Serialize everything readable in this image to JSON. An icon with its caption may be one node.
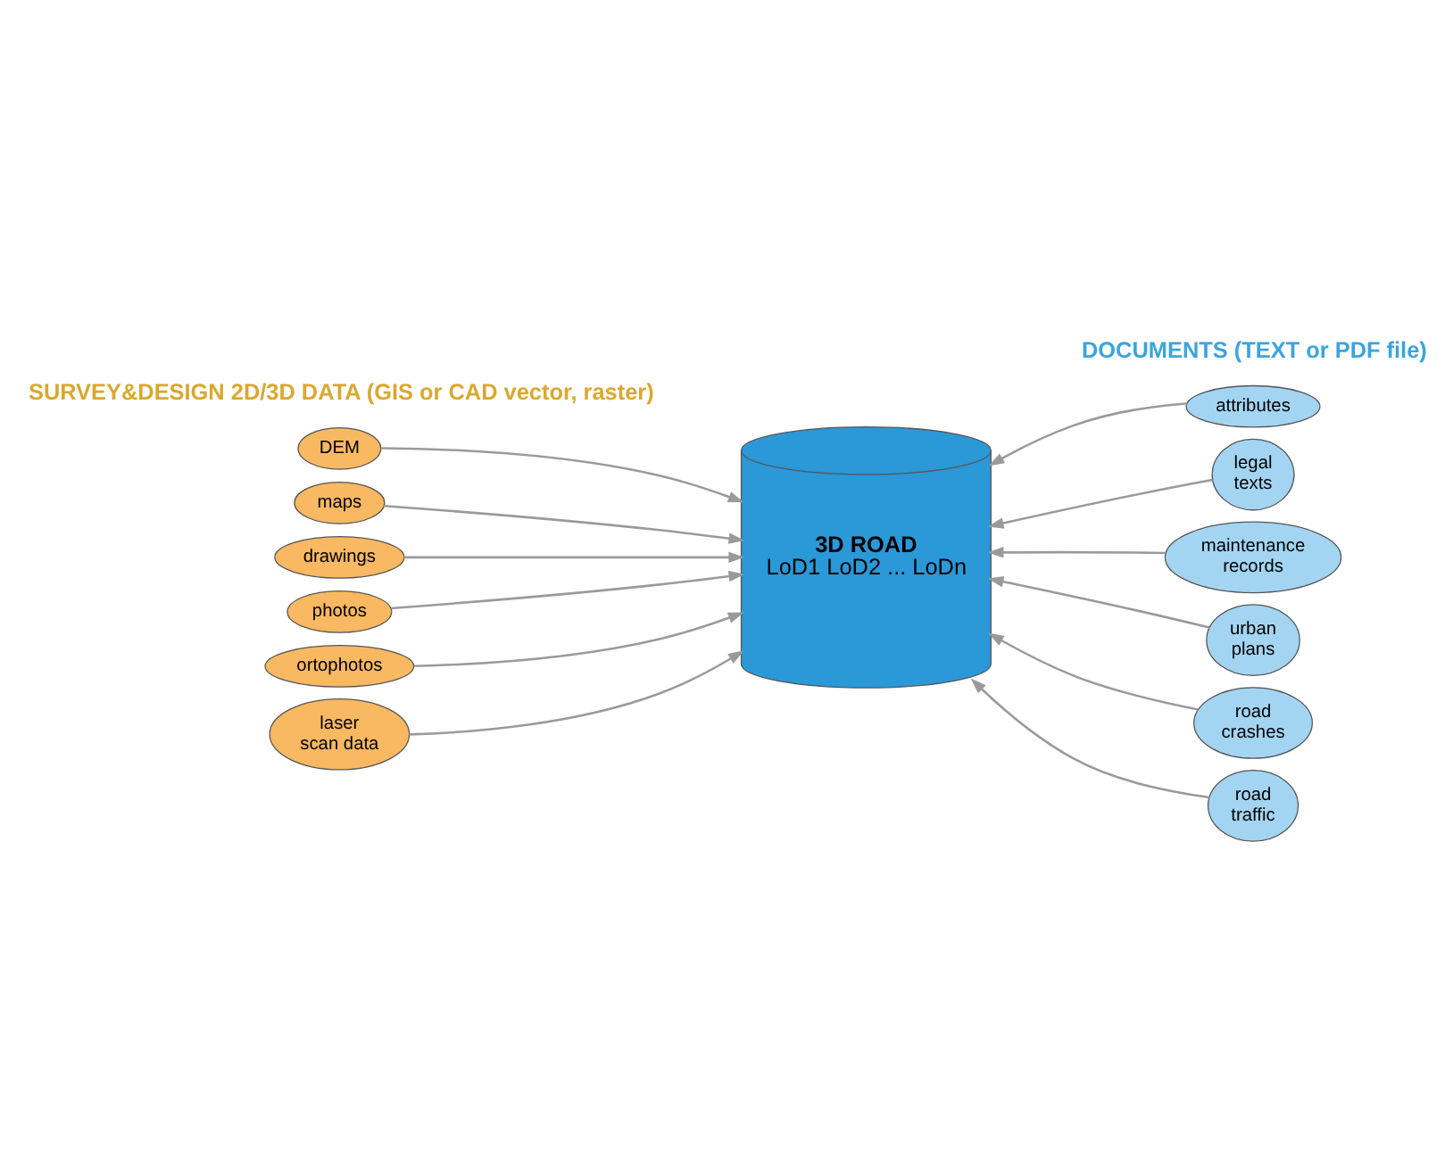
{
  "diagram": {
    "nodes": [
      {
        "text": [
          "DEM"
        ]
      },
      {
        "text": [
          "maps"
        ]
      },
      {
        "text": [
          "drawings"
        ]
      },
      {
        "text": [
          "photos"
        ]
      },
      {
        "text": [
          "ortophotos"
        ]
      },
      {
        "text": [
          "laser scan data"
        ]
      },
      {
        "text": [
          "3D ROAD",
          "LoD1 LoD2 ... LoDn"
        ]
      },
      {
        "text": [
          "attributes"
        ]
      },
      {
        "text": [
          "legal texts"
        ]
      },
      {
        "text": [
          "maintenance records"
        ]
      },
      {
        "text": [
          "urban plans"
        ]
      },
      {
        "text": [
          "road crashes"
        ]
      },
      {
        "text": [
          "road traffic"
        ]
      }
    ],
    "edges": [
      {
        "from": 0,
        "to": 6,
        "arrow": "to"
      },
      {
        "from": 1,
        "to": 6,
        "arrow": "to"
      },
      {
        "from": 2,
        "to": 6,
        "arrow": "to"
      },
      {
        "from": 3,
        "to": 6,
        "arrow": "to"
      },
      {
        "from": 4,
        "to": 6,
        "arrow": "to"
      },
      {
        "from": 5,
        "to": 6,
        "arrow": "to"
      },
      {
        "from": 7,
        "to": 6,
        "arrow": "to"
      },
      {
        "from": 8,
        "to": 6,
        "arrow": "to"
      },
      {
        "from": 9,
        "to": 6,
        "arrow": "to"
      },
      {
        "from": 10,
        "to": 6,
        "arrow": "to"
      },
      {
        "from": 11,
        "to": 6,
        "arrow": "to"
      },
      {
        "from": 12,
        "to": 6,
        "arrow": "to"
      }
    ],
    "labels": [
      "SURVEY&DESIGN 2D/3D DATA (GIS or CAD vector, raster)",
      "DOCUMENTS (TEXT or PDF file)"
    ]
  }
}
